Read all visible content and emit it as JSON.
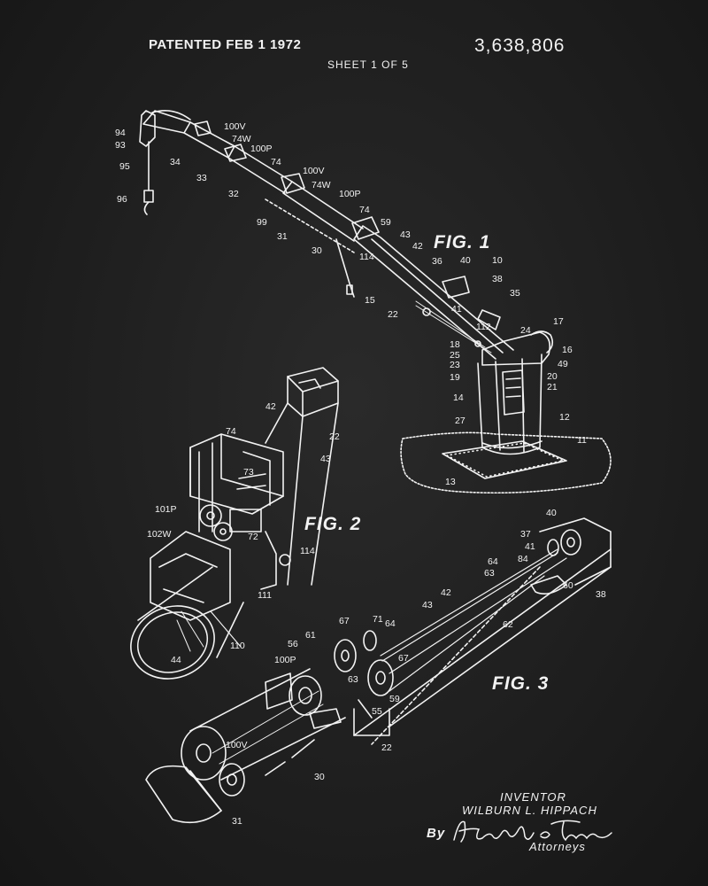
{
  "header": {
    "patented": "PATENTED FEB 1 1972",
    "patent_number": "3,638,806",
    "sheet": "SHEET 1 OF 5"
  },
  "figures": {
    "fig1": "FIG. 1",
    "fig2": "FIG. 2",
    "fig3": "FIG. 3"
  },
  "refs": {
    "fig1": [
      "94",
      "93",
      "95",
      "96",
      "34",
      "33",
      "32",
      "100V",
      "74W",
      "100P",
      "74",
      "100V",
      "74W",
      "100P",
      "74",
      "99",
      "31",
      "30",
      "59",
      "43",
      "42",
      "114",
      "15",
      "22",
      "36",
      "40",
      "10",
      "38",
      "35",
      "41",
      "112",
      "18",
      "25",
      "23",
      "19",
      "14",
      "27",
      "24",
      "17",
      "16",
      "49",
      "20",
      "21",
      "12",
      "11",
      "13"
    ],
    "fig2": [
      "42",
      "74",
      "22",
      "43",
      "73",
      "101P",
      "102W",
      "72",
      "114",
      "111",
      "110",
      "44"
    ],
    "fig3": [
      "40",
      "37",
      "41",
      "84",
      "64",
      "63",
      "60",
      "42",
      "38",
      "43",
      "62",
      "67",
      "71",
      "64",
      "61",
      "56",
      "100P",
      "67",
      "63",
      "59",
      "55",
      "22",
      "100V",
      "30",
      "31"
    ]
  },
  "inventor": {
    "label": "INVENTOR",
    "name": "WILBURN L. HIPPACH",
    "by": "By",
    "attorneys": "Attorneys"
  },
  "colors": {
    "background": "#1e1e1e",
    "ink": "#f2f2f2"
  }
}
